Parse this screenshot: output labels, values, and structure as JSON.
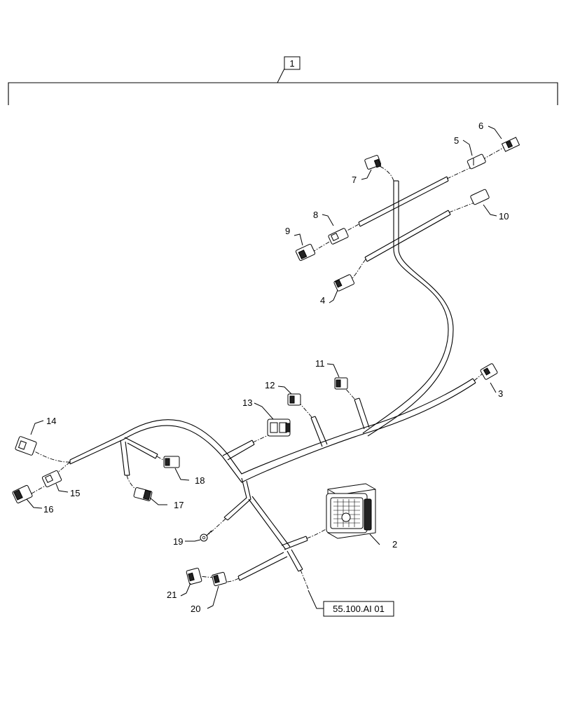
{
  "diagram": {
    "assembly_callout": "1",
    "reference_box": "55.100.AI 01",
    "callouts": {
      "c2": "2",
      "c3": "3",
      "c4": "4",
      "c5": "5",
      "c6": "6",
      "c7": "7",
      "c8": "8",
      "c9": "9",
      "c10": "10",
      "c11": "11",
      "c12": "12",
      "c13": "13",
      "c14": "14",
      "c15": "15",
      "c16": "16",
      "c17": "17",
      "c18": "18",
      "c19": "19",
      "c20": "20",
      "c21": "21"
    }
  }
}
